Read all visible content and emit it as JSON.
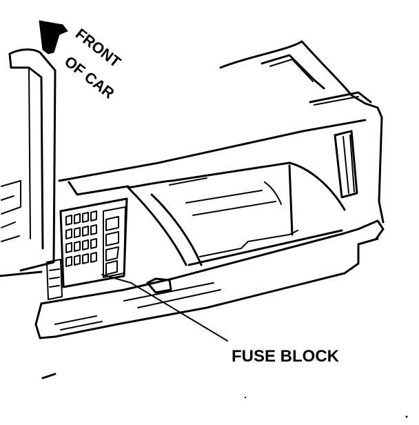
{
  "labels": {
    "front_line1": "FRONT",
    "front_line2": "OF CAR",
    "fuse_block": "FUSE BLOCK"
  },
  "icons": {
    "direction_arrow": "arrow-up-icon"
  }
}
